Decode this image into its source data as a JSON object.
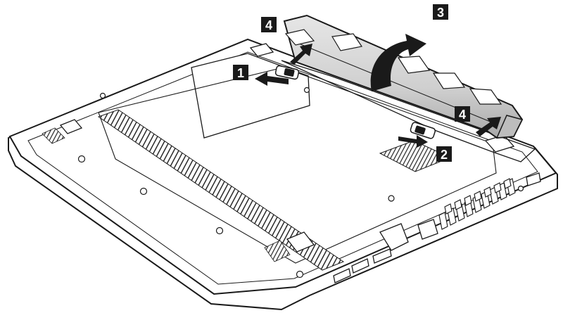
{
  "steps": [
    {
      "number": "1",
      "action": "slide-lock-left"
    },
    {
      "number": "2",
      "action": "slide-lock-right"
    },
    {
      "number": "3",
      "action": "rotate-battery-up"
    },
    {
      "number": "4",
      "action": "lift-battery-left"
    },
    {
      "number": "4",
      "action": "lift-battery-right"
    }
  ],
  "colors": {
    "outline": "#1a1a1a",
    "battery_fill": "#d9d9d9",
    "battery_shade": "#b5b5b5",
    "label_bg": "#1a1a1a",
    "label_text": "#ffffff",
    "arrow": "#1a1a1a",
    "vent": "#2a2a2a"
  }
}
